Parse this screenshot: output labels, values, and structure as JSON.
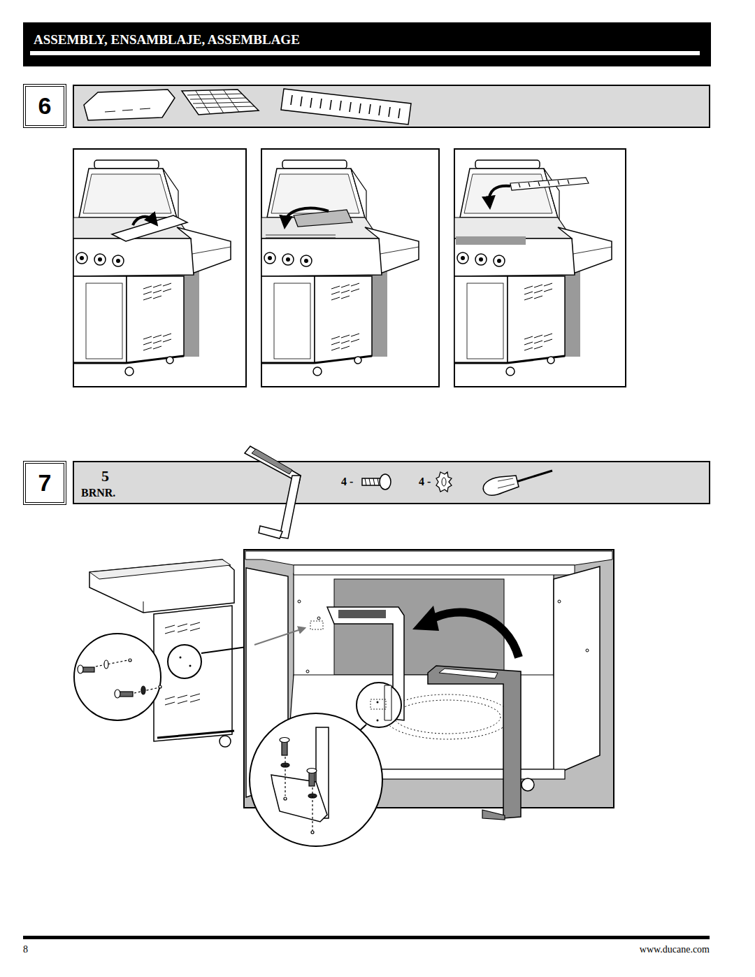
{
  "diagram": {
    "title": "ASSEMBLY, ENSAMBLAJE, ASSEMBLAGE",
    "nodes": [
      {
        "text": [
          "6"
        ]
      },
      {
        "text": [
          "7"
        ]
      }
    ],
    "labels": [
      "5",
      "BRNR.",
      "4 -",
      "4 -",
      "8",
      "www.ducane.com"
    ]
  }
}
